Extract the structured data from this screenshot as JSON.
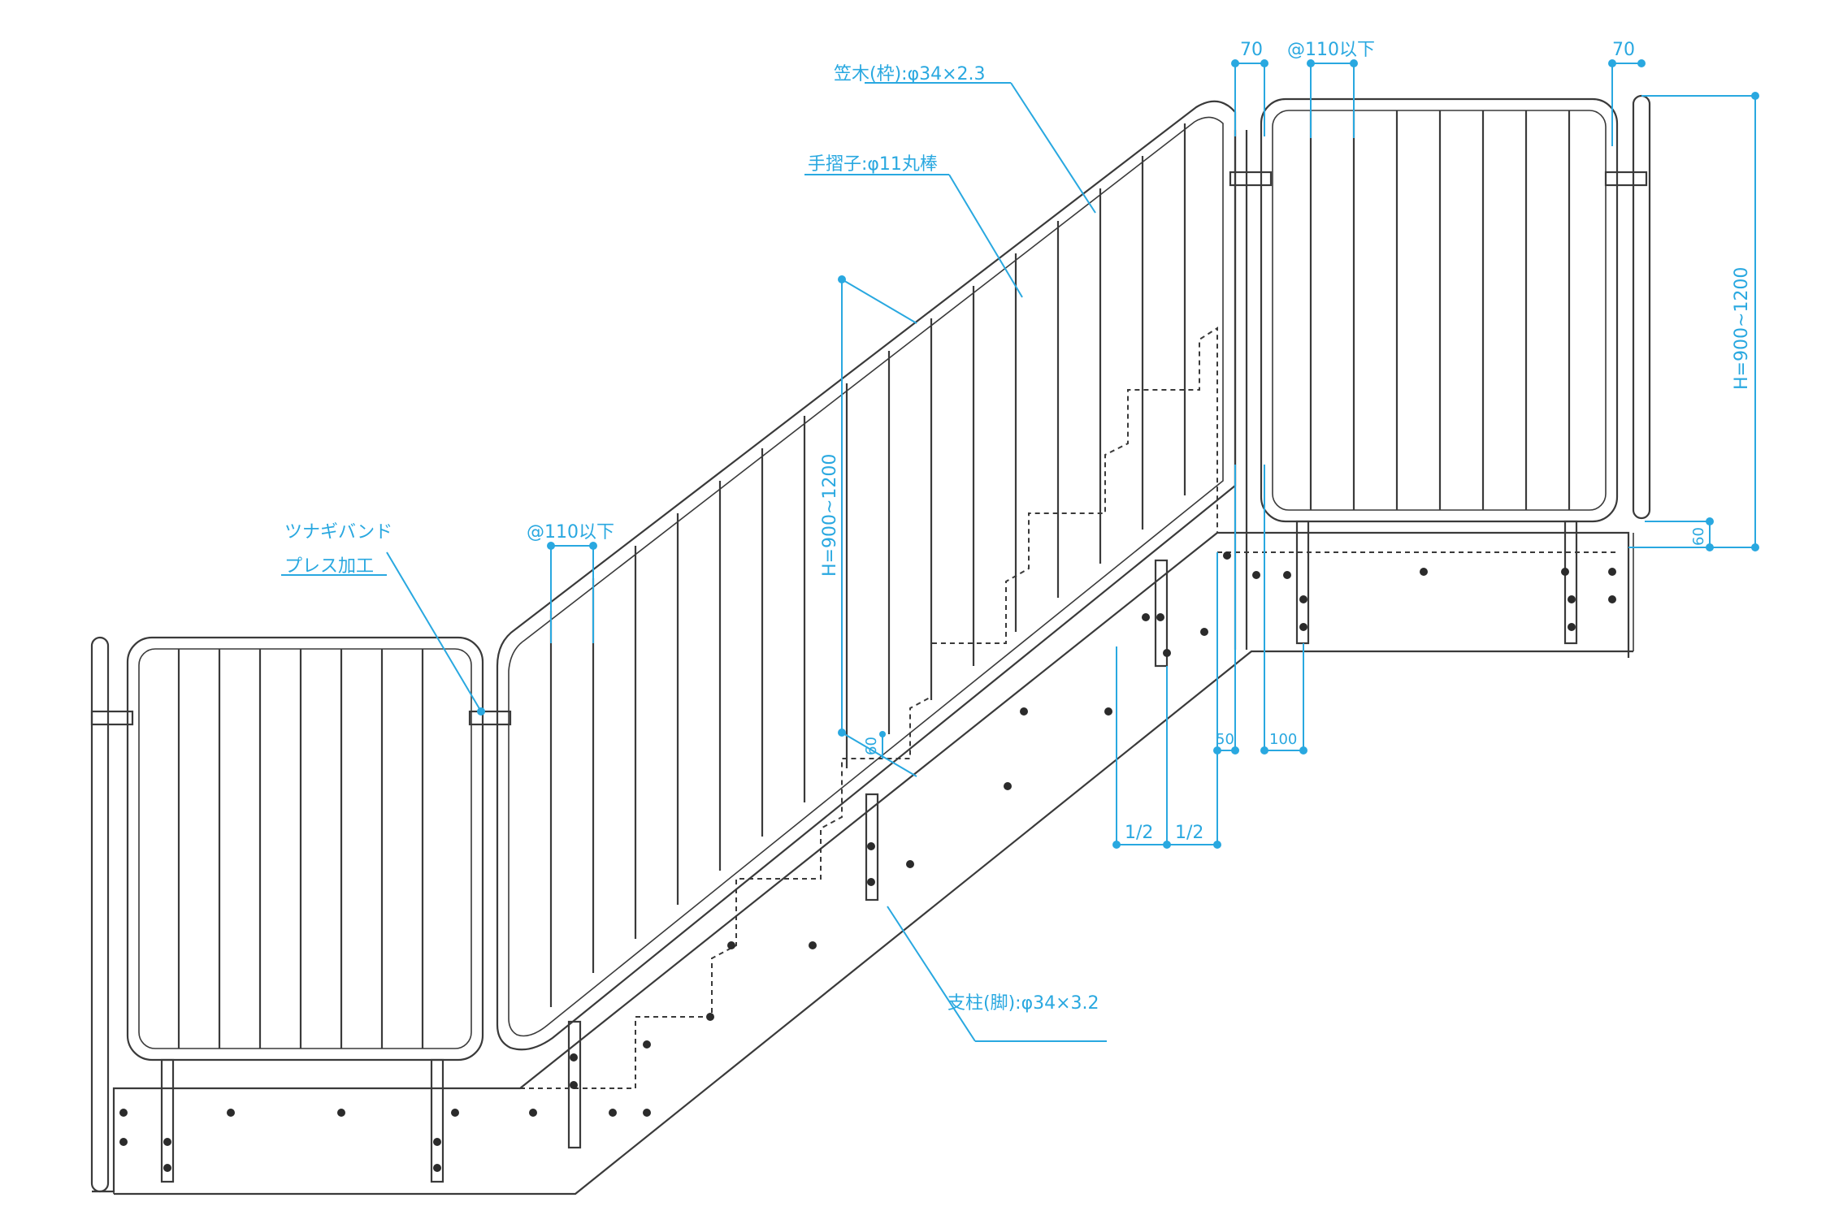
{
  "labels": {
    "top_rail": "笠木(枠):φ34×2.3",
    "baluster": "手摺子:φ11丸棒",
    "post": "支柱(脚):φ34×3.2",
    "band_line1": "ツナギバンド",
    "band_line2": "プレス加工",
    "pitch_left": "@110以下",
    "pitch_right": "@110以下",
    "height_stair": "H=900~1200",
    "height_right": "H=900~1200",
    "dim_70_a": "70",
    "dim_70_b": "70",
    "dim_60_stair": "60",
    "dim_60_right": "60",
    "dim_50": "50",
    "dim_100": "100",
    "dim_half_a": "1/2",
    "dim_half_b": "1/2"
  },
  "colors": {
    "annotation": "#29a8e0",
    "drawing": "#3a3a3a"
  }
}
